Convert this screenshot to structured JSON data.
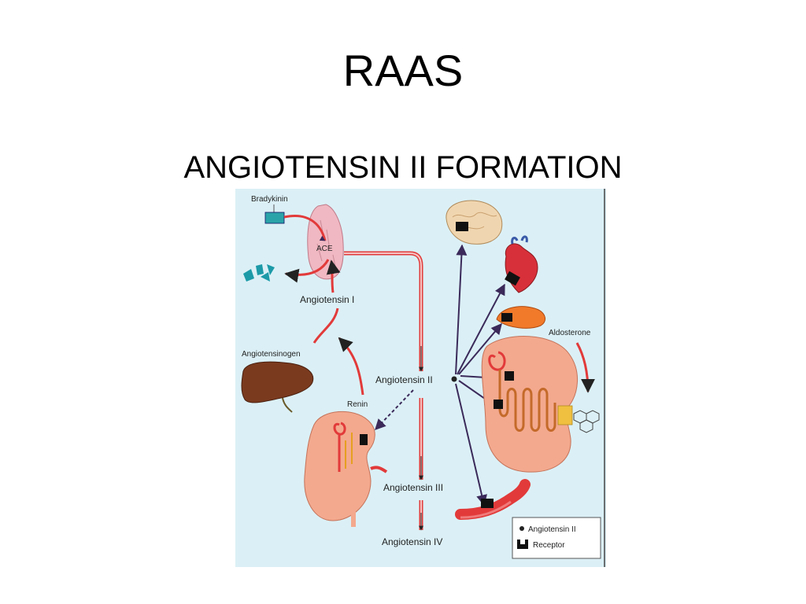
{
  "slide": {
    "title": "RAAS",
    "subtitle": "ANGIOTENSIN II FORMATION"
  },
  "diagram": {
    "labels": {
      "bradykinin": "Bradykinin",
      "ace": "ACE",
      "angiotensin_i": "Angiotensin I",
      "angiotensinogen": "Angiotensinogen",
      "renin": "Renin",
      "angiotensin_ii": "Angiotensin II",
      "angiotensin_iii": "Angiotensin III",
      "angiotensin_iv": "Angiotensin IV",
      "aldosterone": "Aldosterone"
    },
    "legend": {
      "angiotensin_ii": "Angiotensin II",
      "receptor": "Receptor"
    },
    "colors": {
      "background": "#dbf0f6",
      "vessel": "#e23a3a",
      "vessel_light": "#f6c4c4",
      "arrow": "#3b2a5a",
      "lung": "#f0b8c2",
      "kidney": "#f3a98e",
      "liver": "#7a3a1e",
      "fragments": "#1c9aa8",
      "receptor": "#111111"
    },
    "icons": [
      "brain-icon",
      "heart-icon",
      "adrenal-icon",
      "lung-icon",
      "liver-icon",
      "kidney-icon",
      "artery-icon",
      "steroid-molecule-icon"
    ]
  }
}
